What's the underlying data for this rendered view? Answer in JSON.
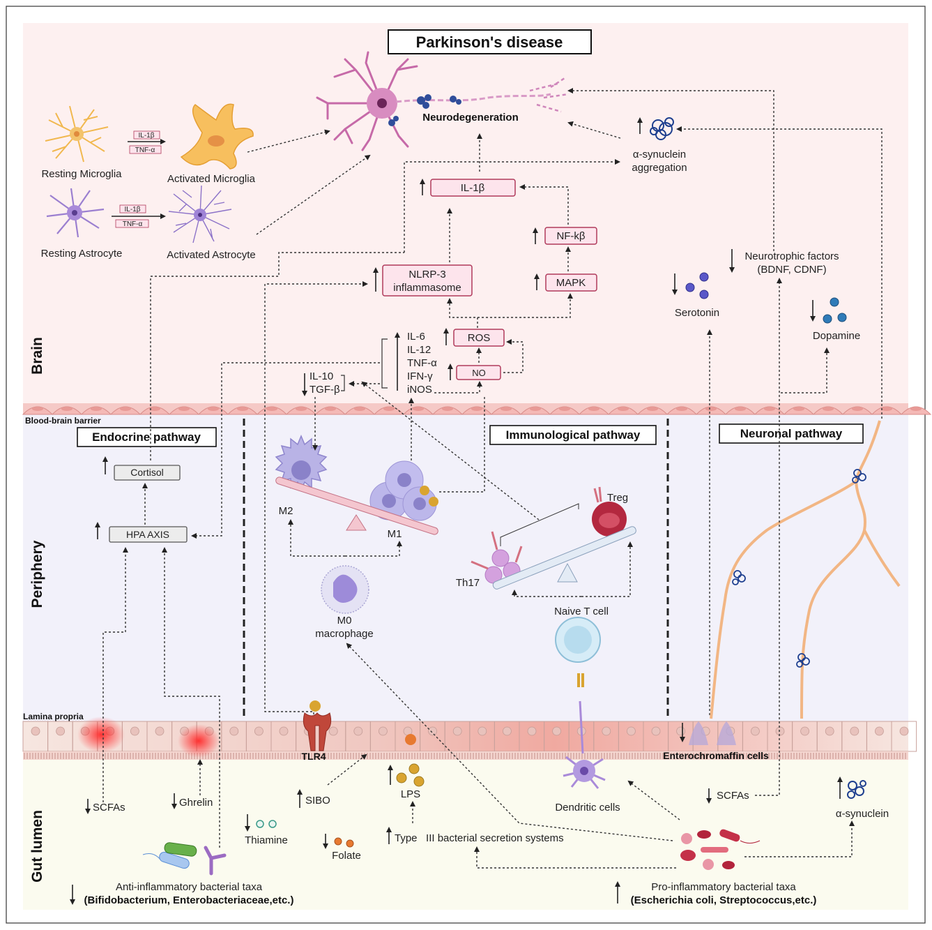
{
  "title": "Parkinson's disease",
  "regions": {
    "brain": "Brain",
    "periphery": "Periphery",
    "gut_lumen": "Gut lumen",
    "bbb": "Blood-brain barrier",
    "lamina_propria": "Lamina propria"
  },
  "pathways": {
    "endocrine": "Endocrine pathway",
    "immunological": "Immunological pathway",
    "neuronal": "Neuronal pathway"
  },
  "brain": {
    "resting_microglia": "Resting Microglia",
    "activated_microglia": "Activated Microglia",
    "resting_astrocyte": "Resting Astrocyte",
    "activated_astrocyte": "Activated Astrocyte",
    "cytokine_a": "IL-1β",
    "cytokine_b": "TNF-α",
    "neurodegeneration": "Neurodegeneration",
    "asyn_aggregation_1": "α-synuclein",
    "asyn_aggregation_2": "aggregation",
    "il1b": "IL-1β",
    "nfkb": "NF-kβ",
    "mapk": "MAPK",
    "nlrp3_1": "NLRP-3",
    "nlrp3_2": "inflammasome",
    "ros": "ROS",
    "no": "NO",
    "pro_cytokines": [
      "IL-6",
      "IL-12",
      "TNF-α",
      "IFN-γ",
      "iNOS"
    ],
    "anti_cytokines": [
      "IL-10",
      "TGF-β"
    ],
    "neurotrophic_1": "Neurotrophic factors",
    "neurotrophic_2": "(BDNF, CDNF)",
    "serotonin": "Serotonin",
    "dopamine": "Dopamine"
  },
  "periphery": {
    "cortisol": "Cortisol",
    "hpa": "HPA AXIS",
    "m2": "M2",
    "m1": "M1",
    "m0_1": "M0",
    "m0_2": "macrophage",
    "treg": "Treg",
    "th17": "Th17",
    "naive_t": "Naive T cell"
  },
  "gut": {
    "tlr4": "TLR4",
    "enterochromaffin": "Enterochromaffin cells",
    "scfas_left": "SCFAs",
    "ghrelin": "Ghrelin",
    "sibo": "SIBO",
    "lps": "LPS",
    "thiamine": "Thiamine",
    "folate": "Folate",
    "t3ss": "Type   III bacterial secretion systems",
    "dendritic": "Dendritic cells",
    "scfas_right": "SCFAs",
    "asyn": "α-synuclein",
    "anti_taxa_1": "Anti-inflammatory bacterial taxa",
    "anti_taxa_2": "(Bifidobacterium, Enterobacteriaceae,etc.)",
    "pro_taxa_1": "Pro-inflammatory bacterial taxa",
    "pro_taxa_2": "(Escherichia coli, Streptococcus,etc.)"
  },
  "colors": {
    "brain_bg": "#fdf0f0",
    "periphery_bg": "#f1f0fa",
    "gut_bg": "#fbfbef",
    "epithelium": "#f3d3ce",
    "box_border": "#b03a5b"
  }
}
